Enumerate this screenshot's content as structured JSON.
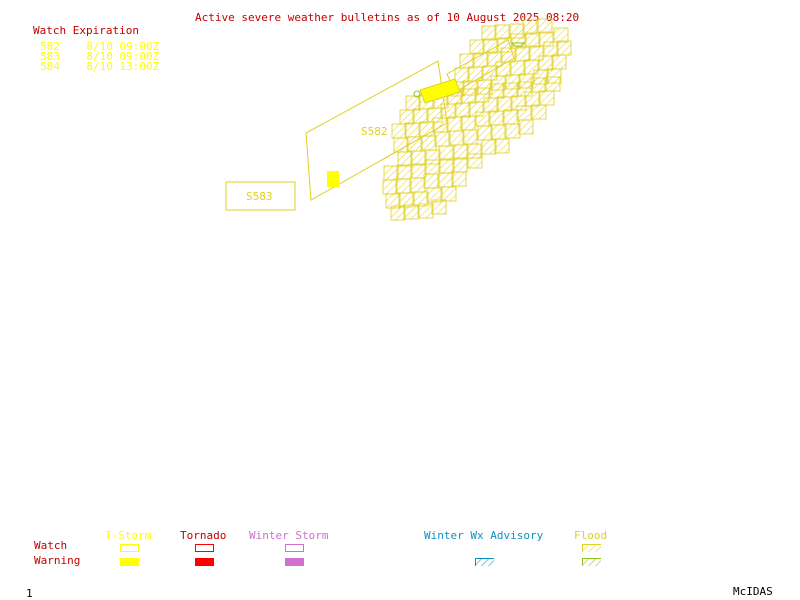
{
  "title": "Active severe weather bulletins as of 10 August 2025 08:20",
  "watch_expiration": {
    "heading": "Watch Expiration",
    "rows": [
      {
        "id": "582",
        "time": "8/10 09:00Z"
      },
      {
        "id": "583",
        "time": "8/10 09:00Z"
      },
      {
        "id": "584",
        "time": "8/10 13:00Z"
      }
    ]
  },
  "map_labels": {
    "watch_582": "S582",
    "watch_583": "S583"
  },
  "legend": {
    "row_watch": "Watch",
    "row_warning": "Warning",
    "categories": [
      {
        "key": "tstorm",
        "label": "T-Storm",
        "color": "#ffff00"
      },
      {
        "key": "tornado",
        "label": "Tornado",
        "color": "#ff0000"
      },
      {
        "key": "winter_storm",
        "label": "Winter Storm",
        "color": "#d070d0"
      },
      {
        "key": "winter_wx",
        "label": "Winter Wx Advisory",
        "color": "#1090c0"
      },
      {
        "key": "flood",
        "label": "Flood",
        "color": "#90c020"
      }
    ]
  },
  "footer": {
    "frame": "1",
    "brand": "McIDAS"
  },
  "colors": {
    "title": "#c00000",
    "tstorm": "#ffff00",
    "hatch": "#e0d020"
  }
}
